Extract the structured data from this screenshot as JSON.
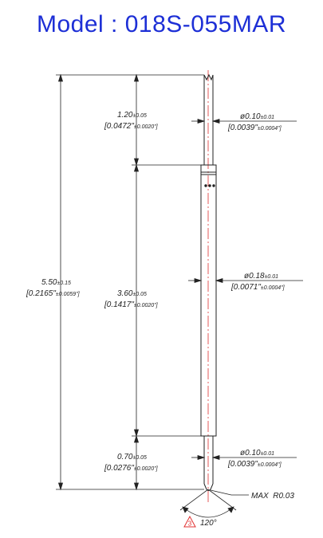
{
  "title": "Model : 018S-055MAR",
  "dimensions": {
    "overall": {
      "value": "5.50",
      "tol": "±0.15",
      "inch": "[0.2165\"",
      "inch_tol": "±0.0059\"]"
    },
    "tip_top": {
      "value": "1.20",
      "tol": "±0.05",
      "inch": "[0.0472\"",
      "inch_tol": "±0.0020\"]"
    },
    "barrel": {
      "value": "3.60",
      "tol": "±0.05",
      "inch": "[0.1417\"",
      "inch_tol": "±0.0020\"]"
    },
    "tip_bottom": {
      "value": "0.70",
      "tol": "±0.05",
      "inch": "[0.0276\"",
      "inch_tol": "±0.0020\"]"
    },
    "dia_top": {
      "value": "ø0.10",
      "tol": "±0.01",
      "inch": "[0.0039\"",
      "inch_tol": "±0.0004\"]"
    },
    "dia_barrel": {
      "value": "ø0.18",
      "tol": "±0.01",
      "inch": "[0.0071\"",
      "inch_tol": "±0.0004\"]"
    },
    "dia_bottom": {
      "value": "ø0.10",
      "tol": "±0.01",
      "inch": "[0.0039\"",
      "inch_tol": "±0.0004\"]"
    }
  },
  "radius_note": "MAX  R0.03",
  "angle": "120°",
  "rev_mark": "3",
  "colors": {
    "title": "#1d2fd6",
    "line": "#222222",
    "center": "#e03030"
  }
}
